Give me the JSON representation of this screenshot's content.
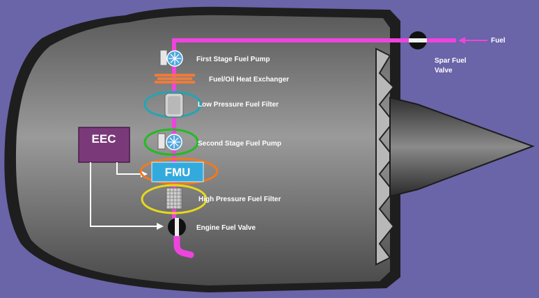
{
  "labels": {
    "fuel_inlet": "Fuel",
    "spar_valve_line1": "Spar Fuel",
    "spar_valve_line2": "Valve",
    "first_pump": "First Stage Fuel Pump",
    "heat_exchanger": "Fuel/Oil Heat Exchanger",
    "lp_filter": "Low Pressure Fuel Filter",
    "second_pump": "Second Stage Fuel Pump",
    "hp_filter": "High Pressure Fuel Filter",
    "engine_valve": "Engine Fuel Valve",
    "eec": "EEC",
    "fmu": "FMU"
  },
  "colors": {
    "background": "#6a64a8",
    "fuel_line": "#ee44dd",
    "eec_box": "#7a3a7a",
    "fmu_box": "#33aadd",
    "ring_teal": "#22a6b3",
    "ring_green": "#22bb22",
    "ring_orange": "#f07a20",
    "ring_yellow": "#e6d81c",
    "control_arrow": "#ffffff"
  }
}
